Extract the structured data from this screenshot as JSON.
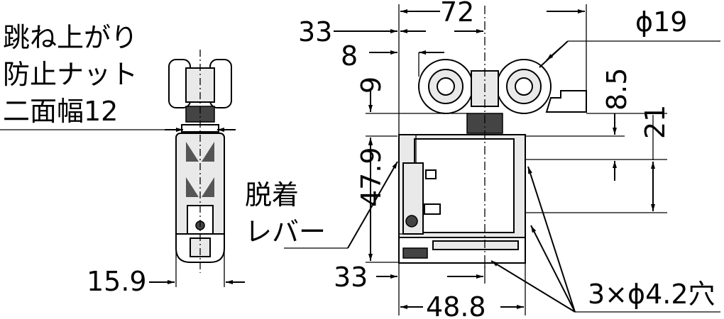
{
  "labels": {
    "jump_nut": [
      "跳ね上がり",
      "防止ナット",
      "二面幅12"
    ],
    "release_lever": [
      "脱着",
      "レバー"
    ]
  },
  "dimensions": {
    "width_72": "72",
    "offset_33_top": "33",
    "dim_8": "8",
    "dim_9": "9",
    "wheel_dia": "ϕ19",
    "dim_8_5": "8.5",
    "dim_21": "21",
    "height_47_9": "47.9",
    "offset_33_bottom": "33",
    "width_48_8": "48.8",
    "side_width_15_9": "15.9",
    "holes": "3×ϕ4.2穴"
  }
}
